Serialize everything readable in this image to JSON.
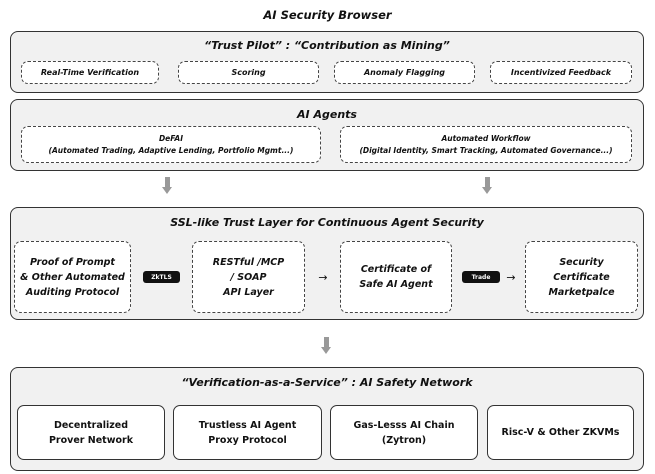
{
  "header": {
    "title": "AI Security Browser"
  },
  "trust_pilot": {
    "title": "“Trust Pilot” : “Contribution as Mining”",
    "items": [
      "Real-Time Verification",
      "Scoring",
      "Anomaly Flagging",
      "Incentivized Feedback"
    ]
  },
  "ai_agents": {
    "title": "AI Agents",
    "defai": {
      "title": "DeFAI",
      "detail": "(Automated Trading, Adaptive Lending, Portfolio Mgmt...)"
    },
    "workflow": {
      "title": "Automated Workflow",
      "detail": "(Digital Identity, Smart Tracking, Automated Governance...)"
    }
  },
  "trust_layer": {
    "title": "SSL-like Trust Layer for Continuous Agent Security",
    "proof_box": [
      "Proof of Prompt",
      "& Other Automated",
      "Auditing Protocol"
    ],
    "zktls_label": "ZkTLS",
    "api_box": [
      "RESTful /MCP",
      "/ SOAP",
      "API Layer"
    ],
    "cert_box": [
      "Certificate of",
      "Safe AI Agent"
    ],
    "trade_label": "Trade",
    "market_box": [
      "Security",
      "Certificate",
      "Marketpalce"
    ]
  },
  "vaas": {
    "title": "“Verification-as-a-Service” : AI Safety Network",
    "items": [
      [
        "Decentralized",
        "Prover Network"
      ],
      [
        "Trustless AI Agent",
        "Proxy Protocol"
      ],
      [
        "Gas-Lesss AI Chain",
        "(Zytron)"
      ],
      [
        "Risc-V & Other ZKVMs"
      ]
    ]
  },
  "colors": {
    "section_bg": "#f1f1f1",
    "arrow": "#999999",
    "border": "#333333"
  }
}
